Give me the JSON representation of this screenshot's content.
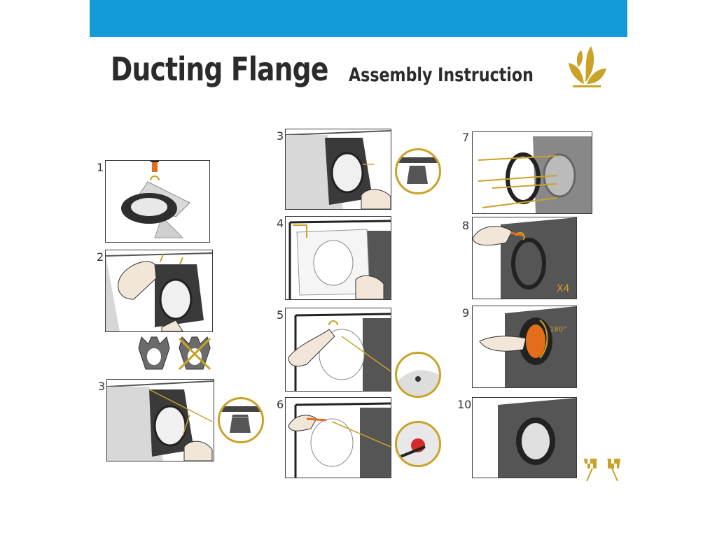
{
  "colors": {
    "bar": "#139bd8",
    "accent": "#c9a227",
    "dark": "#555555",
    "text": "#2b2b2b"
  },
  "header": {
    "title": "Ducting Flange",
    "subtitle": "Assembly Instruction"
  },
  "steps": {
    "s1": "1",
    "s2": "2",
    "s3a": "3",
    "s3b": "3",
    "s4": "4",
    "s5": "5",
    "s6": "6",
    "s7": "7",
    "s8": "8",
    "s9": "9",
    "s10": "10"
  },
  "annotations": {
    "x4": "X4",
    "deg": "180°"
  },
  "icons": [
    "leaf-logo-icon",
    "checkered-flags-icon",
    "cross-mark-icon",
    "rotate-arrow-icon"
  ]
}
